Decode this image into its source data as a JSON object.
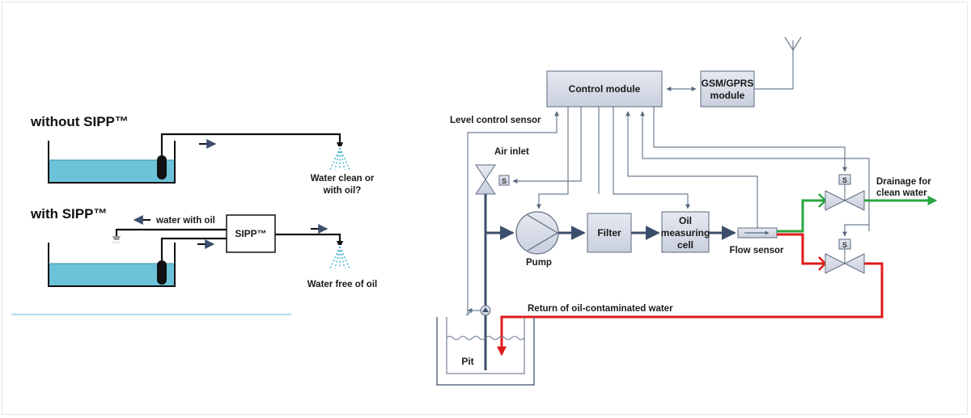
{
  "left": {
    "without_title": "without SIPP™",
    "with_title": "with SIPP™",
    "water_clean_line1": "Water clean or",
    "water_clean_line2": "with oil?",
    "water_with_oil": "water with oil",
    "sipp_box": "SIPP™",
    "water_free": "Water free of oil"
  },
  "right": {
    "control_module": "Control module",
    "gsm_line1": "GSM/GPRS",
    "gsm_line2": "module",
    "level_sensor": "Level control sensor",
    "air_inlet": "Air inlet",
    "pump": "Pump",
    "filter": "Filter",
    "oil_cell_line1": "Oil",
    "oil_cell_line2": "measuring",
    "oil_cell_line3": "cell",
    "flow_sensor": "Flow sensor",
    "drainage_line1": "Drainage for",
    "drainage_line2": "clean water",
    "return_label": "Return of oil-contaminated water",
    "pit": "Pit",
    "solenoid": "S"
  },
  "colors": {
    "water": "#6cc3d9",
    "box_fill": "#d7dce8",
    "green": "#2aa640",
    "red": "#e01a1a",
    "divider": "#7ec8e0"
  }
}
